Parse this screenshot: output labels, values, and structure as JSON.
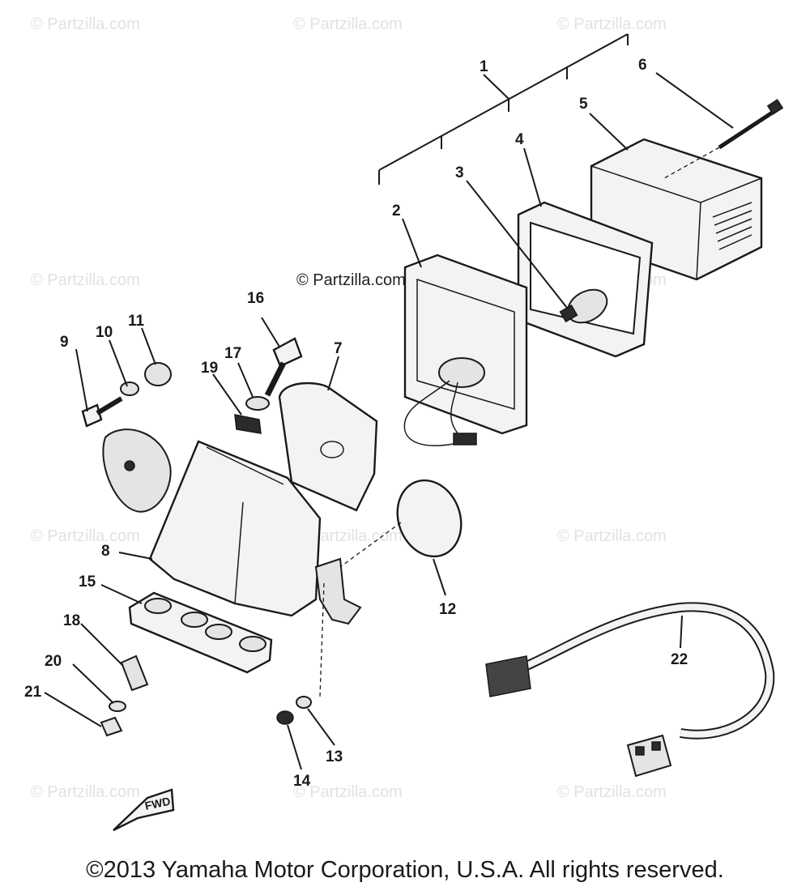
{
  "watermark_text": "© Partzilla.com",
  "center_watermark_text": "© Partzilla.com",
  "fwd_label": "FWD",
  "copyright": "©2013 Yamaha Motor Corporation, U.S.A. All rights reserved.",
  "callouts": [
    "1",
    "2",
    "3",
    "4",
    "5",
    "6",
    "7",
    "8",
    "9",
    "10",
    "11",
    "12",
    "13",
    "14",
    "15",
    "16",
    "17",
    "18",
    "19",
    "20",
    "21",
    "22"
  ]
}
